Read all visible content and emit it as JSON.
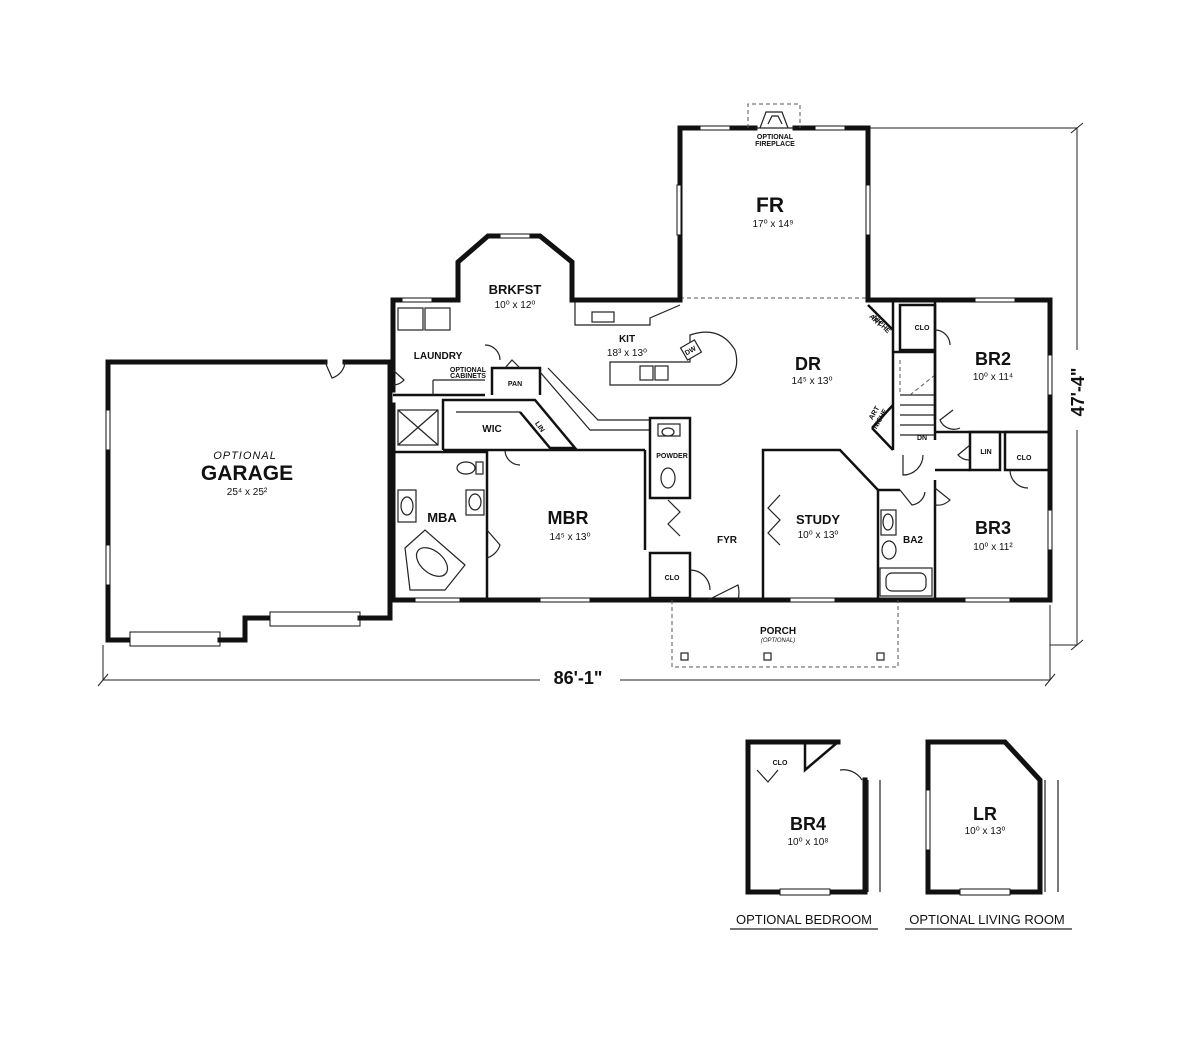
{
  "rooms": {
    "fr": {
      "name": "FR",
      "size": "17⁰ x 14⁹"
    },
    "brkfst": {
      "name": "BRKFST",
      "size": "10⁰ x 12⁰"
    },
    "kit": {
      "name": "KIT",
      "size": "18³ x 13⁰"
    },
    "dr": {
      "name": "DR",
      "size": "14⁵ x 13⁰"
    },
    "br2": {
      "name": "BR2",
      "size": "10⁰ x 11⁴"
    },
    "br3": {
      "name": "BR3",
      "size": "10⁰ x 11²"
    },
    "garage": {
      "label": "OPTIONAL",
      "name": "GARAGE",
      "size": "25⁴ x 25²"
    },
    "mbr": {
      "name": "MBR",
      "size": "14⁵ x 13⁰"
    },
    "study": {
      "name": "STUDY",
      "size": "10⁰ x 13⁰"
    },
    "laundry": {
      "name": "LAUNDRY"
    },
    "wic": {
      "name": "WIC"
    },
    "mba": {
      "name": "MBA"
    },
    "powder": {
      "name": "POWDER"
    },
    "fyr": {
      "name": "FYR"
    },
    "ba2": {
      "name": "BA2"
    },
    "pan": {
      "name": "PAN"
    },
    "lin1": {
      "name": "LIN"
    },
    "lin2": {
      "name": "LIN"
    },
    "clo_br2": {
      "name": "CLO"
    },
    "clo_br3": {
      "name": "CLO"
    },
    "clo_fyr": {
      "name": "CLO"
    },
    "porch": {
      "name": "PORCH",
      "note": "(OPTIONAL)"
    },
    "br4": {
      "name": "BR4",
      "size": "10⁰ x 10⁸"
    },
    "clo_br4": {
      "name": "CLO"
    },
    "lr": {
      "name": "LR",
      "size": "10⁰ x 13⁰"
    }
  },
  "notes": {
    "fireplace": [
      "OPTIONAL",
      "FIREPLACE"
    ],
    "cabinets": [
      "OPTIONAL",
      "CABINETS"
    ],
    "dw": "DW",
    "art_niche_1": [
      "ART",
      "NICHE"
    ],
    "art_niche_2": [
      "ART",
      "NICHE"
    ],
    "stairs_dn": "DN"
  },
  "dimensions": {
    "width": "86'-1\"",
    "depth": "47'-4\""
  },
  "captions": {
    "optional_bedroom": "OPTIONAL BEDROOM",
    "optional_living_room": "OPTIONAL LIVING ROOM"
  }
}
